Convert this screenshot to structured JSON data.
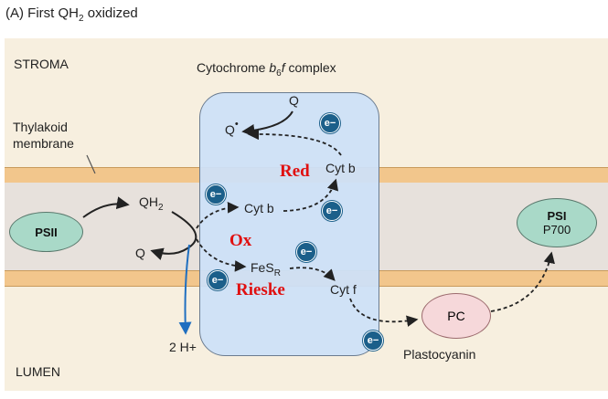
{
  "panel_title": {
    "prefix": "(A) First QH",
    "sub": "2",
    "suffix": " oxidized"
  },
  "regions": {
    "stroma": "STROMA",
    "lumen": "LUMEN",
    "thylakoid_line1": "Thylakoid",
    "thylakoid_line2": "membrane"
  },
  "complex": {
    "prefix": "Cytochrome ",
    "b": "b",
    "sub": "6",
    "f": "f",
    "suffix": " complex"
  },
  "species": {
    "q_top": "Q",
    "q_semi": "Q",
    "qh2_base": "QH",
    "qh2_sub": "2",
    "q_out": "Q",
    "cytb_low": "Cyt b",
    "cytb_high": "Cyt b",
    "fes_base": "FeS",
    "fes_sub": "R",
    "cytf": "Cyt f",
    "protons": "2 H+"
  },
  "complexes": {
    "psii": "PSII",
    "psi_line1": "PSI",
    "psi_line2": "P700",
    "pc": "PC",
    "plastocyanin": "Plastocyanin"
  },
  "electron": "e−",
  "annotations": {
    "red": "Red",
    "ox": "Ox",
    "rieske": "Rieske"
  },
  "colors": {
    "stroma_bg": "#f7efdf",
    "membrane_outer": "#f2c68c",
    "membrane_inner": "#e7e1dc",
    "complex_fill": "#cde0f7",
    "psi_psii_fill": "#a9d9c8",
    "pc_fill": "#f6d8da",
    "electron_fill": "#1b5f8a",
    "proton_arrow": "#1f6fc0",
    "annotation_red": "#e01010"
  }
}
